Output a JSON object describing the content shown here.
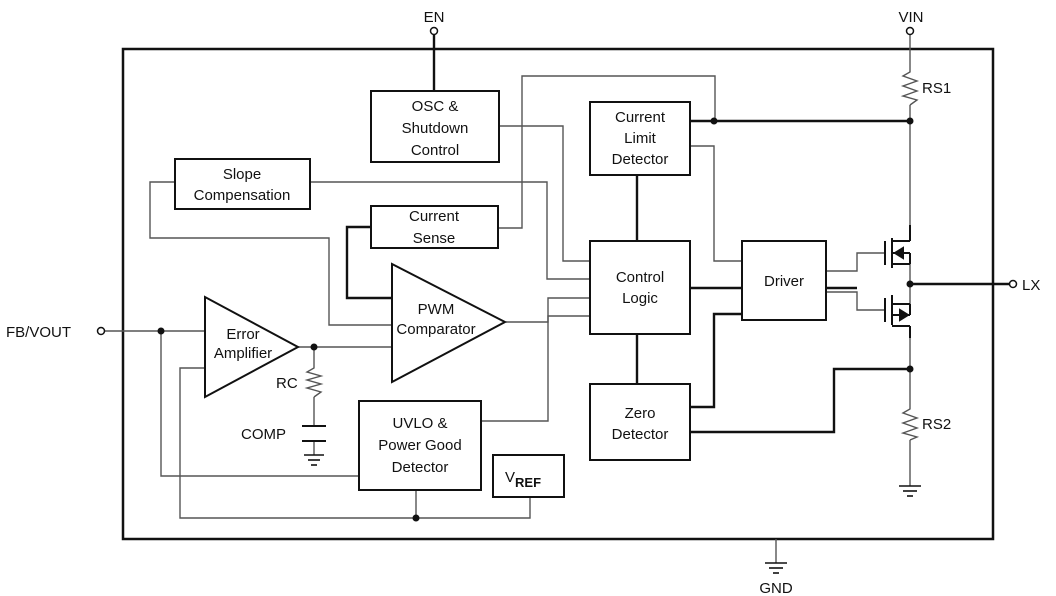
{
  "pins": {
    "en": "EN",
    "vin": "VIN",
    "lx": "LX",
    "gnd": "GND",
    "fb_vout": "FB/VOUT"
  },
  "blocks": {
    "osc_shutdown": [
      "OSC &",
      "Shutdown",
      "Control"
    ],
    "current_limit": [
      "Current",
      "Limit",
      "Detector"
    ],
    "slope_comp": [
      "Slope",
      "Compensation"
    ],
    "current_sense": [
      "Current",
      "Sense"
    ],
    "control_logic": [
      "Control",
      "Logic"
    ],
    "driver": "Driver",
    "zero_detector": [
      "Zero",
      "Detector"
    ],
    "uvlo_pg": [
      "UVLO &",
      "Power Good",
      "Detector"
    ],
    "vref_main": "V",
    "vref_sub": "REF"
  },
  "amplifiers": {
    "pwm_comparator": [
      "PWM",
      "Comparator"
    ],
    "error_amplifier": [
      "Error",
      "Amplifier"
    ]
  },
  "components": {
    "rs1": "RS1",
    "rs2": "RS2",
    "rc": "RC",
    "comp": "COMP"
  }
}
